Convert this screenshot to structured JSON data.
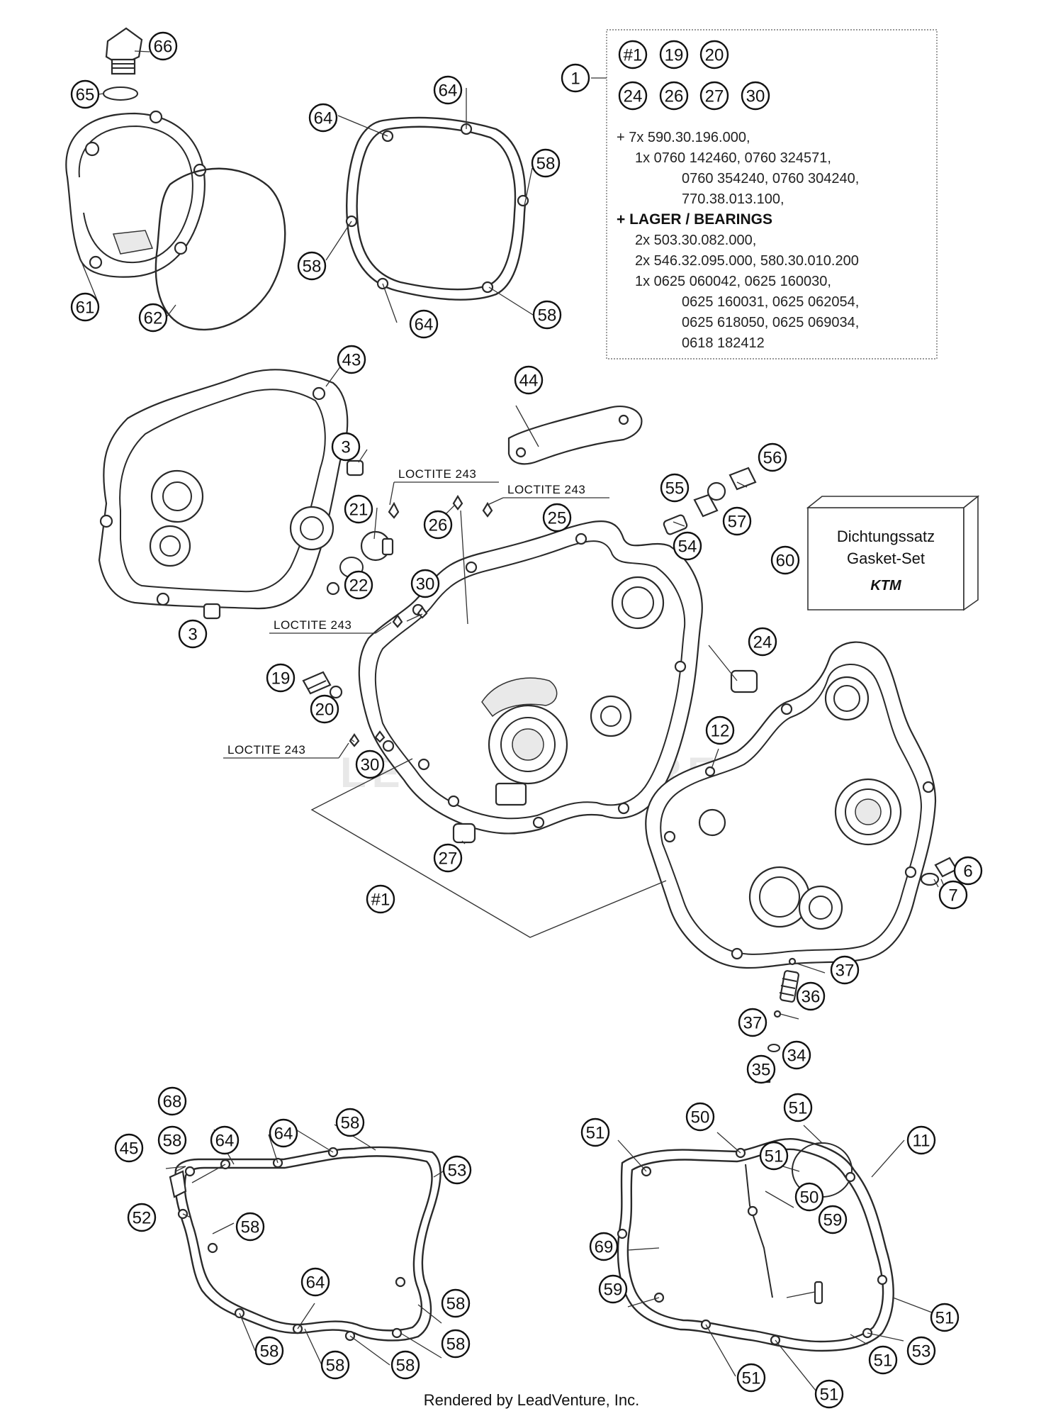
{
  "callouts": [
    {
      "id": "66",
      "label": "66"
    },
    {
      "id": "65",
      "label": "65"
    },
    {
      "id": "61",
      "label": "61"
    },
    {
      "id": "62",
      "label": "62"
    },
    {
      "id": "64a",
      "label": "64"
    },
    {
      "id": "64b",
      "label": "64"
    },
    {
      "id": "58a",
      "label": "58"
    },
    {
      "id": "58b",
      "label": "58"
    },
    {
      "id": "64c",
      "label": "64"
    },
    {
      "id": "58c",
      "label": "58"
    },
    {
      "id": "1",
      "label": "1"
    },
    {
      "id": "k1",
      "label": "#1"
    },
    {
      "id": "k19",
      "label": "19"
    },
    {
      "id": "k20",
      "label": "20"
    },
    {
      "id": "k24",
      "label": "24"
    },
    {
      "id": "k26",
      "label": "26"
    },
    {
      "id": "k27",
      "label": "27"
    },
    {
      "id": "k30",
      "label": "30"
    },
    {
      "id": "43",
      "label": "43"
    },
    {
      "id": "44",
      "label": "44"
    },
    {
      "id": "3a",
      "label": "3"
    },
    {
      "id": "3b",
      "label": "3"
    },
    {
      "id": "21",
      "label": "21"
    },
    {
      "id": "22",
      "label": "22"
    },
    {
      "id": "26",
      "label": "26"
    },
    {
      "id": "25",
      "label": "25"
    },
    {
      "id": "30a",
      "label": "30"
    },
    {
      "id": "55",
      "label": "55"
    },
    {
      "id": "56",
      "label": "56"
    },
    {
      "id": "57",
      "label": "57"
    },
    {
      "id": "54",
      "label": "54"
    },
    {
      "id": "60",
      "label": "60"
    },
    {
      "id": "24",
      "label": "24"
    },
    {
      "id": "19",
      "label": "19"
    },
    {
      "id": "20",
      "label": "20"
    },
    {
      "id": "12",
      "label": "12"
    },
    {
      "id": "30b",
      "label": "30"
    },
    {
      "id": "27",
      "label": "27"
    },
    {
      "id": "h1",
      "label": "#1"
    },
    {
      "id": "6",
      "label": "6"
    },
    {
      "id": "7",
      "label": "7"
    },
    {
      "id": "37a",
      "label": "37"
    },
    {
      "id": "36",
      "label": "36"
    },
    {
      "id": "37b",
      "label": "37"
    },
    {
      "id": "34",
      "label": "34"
    },
    {
      "id": "35",
      "label": "35"
    },
    {
      "id": "68",
      "label": "68"
    },
    {
      "id": "45",
      "label": "45"
    },
    {
      "id": "58d",
      "label": "58"
    },
    {
      "id": "64d",
      "label": "64"
    },
    {
      "id": "64e",
      "label": "64"
    },
    {
      "id": "58e",
      "label": "58"
    },
    {
      "id": "53a",
      "label": "53"
    },
    {
      "id": "58f",
      "label": "58"
    },
    {
      "id": "52",
      "label": "52"
    },
    {
      "id": "64f",
      "label": "64"
    },
    {
      "id": "58g",
      "label": "58"
    },
    {
      "id": "58h",
      "label": "58"
    },
    {
      "id": "58i",
      "label": "58"
    },
    {
      "id": "58j",
      "label": "58"
    },
    {
      "id": "58k",
      "label": "58"
    },
    {
      "id": "51a",
      "label": "51"
    },
    {
      "id": "50a",
      "label": "50"
    },
    {
      "id": "51b",
      "label": "51"
    },
    {
      "id": "11",
      "label": "11"
    },
    {
      "id": "51c",
      "label": "51"
    },
    {
      "id": "50b",
      "label": "50"
    },
    {
      "id": "69",
      "label": "69"
    },
    {
      "id": "59a",
      "label": "59"
    },
    {
      "id": "59b",
      "label": "59"
    },
    {
      "id": "51d",
      "label": "51"
    },
    {
      "id": "53b",
      "label": "53"
    },
    {
      "id": "51e",
      "label": "51"
    },
    {
      "id": "51f",
      "label": "51"
    },
    {
      "id": "51g",
      "label": "51"
    }
  ],
  "kit_box": {
    "lines": [
      {
        "text": "+ 7x 590.30.196.000,",
        "bold": false,
        "indent": 0
      },
      {
        "text": "1x 0760 142460, 0760 324571,",
        "bold": false,
        "indent": 1
      },
      {
        "text": "0760 354240, 0760 304240,",
        "bold": false,
        "indent": 2
      },
      {
        "text": "770.38.013.100,",
        "bold": false,
        "indent": 2
      },
      {
        "text": "+ LAGER / BEARINGS",
        "bold": true,
        "indent": 0
      },
      {
        "text": "2x 503.30.082.000,",
        "bold": false,
        "indent": 1
      },
      {
        "text": "2x 546.32.095.000, 580.30.010.200",
        "bold": false,
        "indent": 1
      },
      {
        "text": "1x 0625 060042, 0625 160030,",
        "bold": false,
        "indent": 1
      },
      {
        "text": "0625 160031, 0625 062054,",
        "bold": false,
        "indent": 2
      },
      {
        "text": "0625 618050, 0625 069034,",
        "bold": false,
        "indent": 2
      },
      {
        "text": "0618 182412",
        "bold": false,
        "indent": 2
      }
    ]
  },
  "loctite_labels": [
    "LOCTITE 243",
    "LOCTITE 243",
    "LOCTITE 243",
    "LOCTITE 243"
  ],
  "gasket_set": {
    "line1": "Dichtungssatz",
    "line2": "Gasket-Set",
    "brand": "KTM"
  },
  "watermark": "LEADVENTURE",
  "footer": "Rendered by LeadVenture, Inc."
}
